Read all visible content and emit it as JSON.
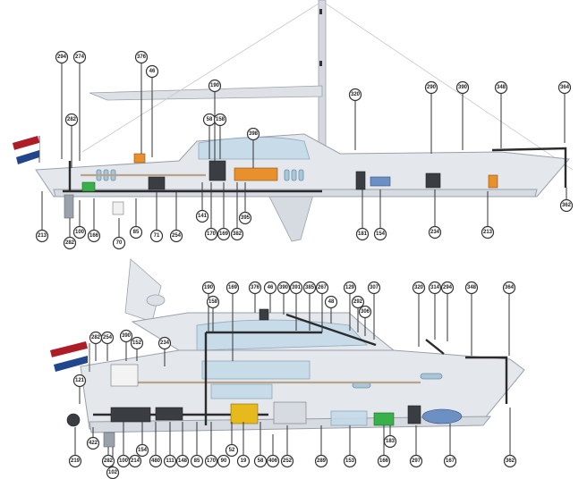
{
  "flag_colors": {
    "red": "#ae1c28",
    "white": "#ffffff",
    "blue": "#21468b"
  },
  "colors": {
    "hull": "#e4e7ec",
    "glass": "#c3dbe8",
    "equipment_orange": "#e8902c",
    "equipment_green": "#39b04a",
    "equipment_yellow": "#e6b91c",
    "system_line": "#2b2b2b"
  },
  "sailboat": {
    "callouts": [
      "294",
      "274",
      "376",
      "46",
      "190",
      "58",
      "158",
      "320",
      "290",
      "390",
      "348",
      "364",
      "282",
      "398",
      "213",
      "282",
      "100",
      "166",
      "70",
      "85",
      "71",
      "254",
      "141",
      "170",
      "169",
      "382",
      "395",
      "181",
      "154",
      "234",
      "213",
      "362"
    ]
  },
  "motor_yacht": {
    "callouts": [
      "190",
      "158",
      "169",
      "376",
      "46",
      "390",
      "391",
      "385",
      "267",
      "48",
      "129",
      "292",
      "306",
      "307",
      "320",
      "314",
      "294",
      "348",
      "364",
      "282",
      "254",
      "390",
      "152",
      "234",
      "121",
      "219",
      "422",
      "282",
      "100",
      "102",
      "214",
      "154",
      "480",
      "111",
      "148",
      "85",
      "170",
      "52",
      "19",
      "90",
      "58",
      "406",
      "252",
      "289",
      "153",
      "166",
      "183",
      "297",
      "167",
      "362"
    ]
  }
}
